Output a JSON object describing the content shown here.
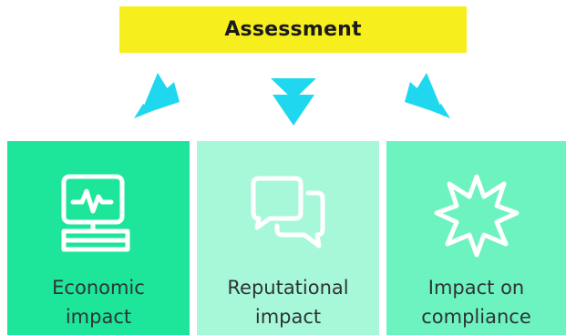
{
  "header": {
    "title": "Assessment"
  },
  "colors": {
    "banner": "#f7ee1e",
    "arrow": "#1fd8ef",
    "card_economic": "#1de59a",
    "card_reputational": "#a7f8d8",
    "card_compliance": "#6cf3c0",
    "icon_stroke": "#ffffff"
  },
  "cards": [
    {
      "icon": "computer-monitor-pulse-icon",
      "label_line1": "Economic",
      "label_line2": "impact"
    },
    {
      "icon": "speech-bubbles-icon",
      "label_line1": "Reputational",
      "label_line2": "impact"
    },
    {
      "icon": "starburst-icon",
      "label_line1": "Impact on",
      "label_line2": "compliance"
    }
  ]
}
